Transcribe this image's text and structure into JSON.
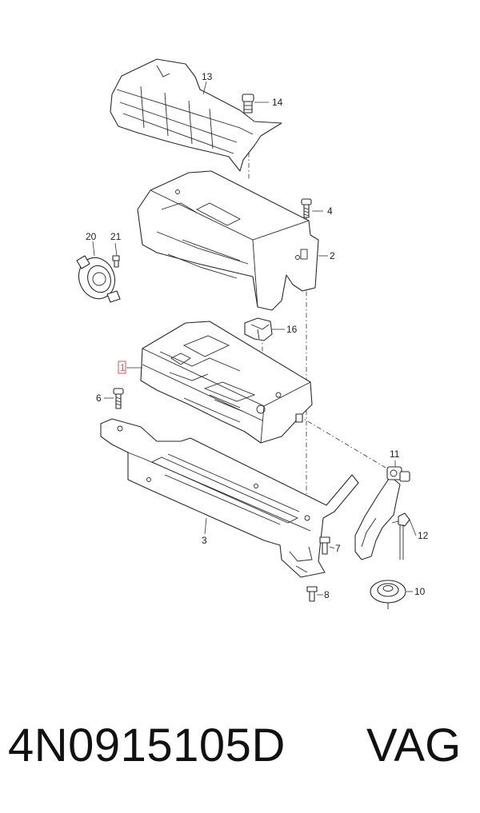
{
  "callouts": {
    "p1": "1",
    "p2": "2",
    "p3": "3",
    "p4": "4",
    "p6": "6",
    "p7": "7",
    "p8": "8",
    "p10": "10",
    "p11": "11",
    "p12": "12",
    "p13": "13",
    "p14": "14",
    "p16": "16",
    "p20": "20",
    "p21": "21"
  },
  "highlight_color": "#d9534f",
  "caption": {
    "part_number": "4N0915105D",
    "brand": "VAG"
  }
}
